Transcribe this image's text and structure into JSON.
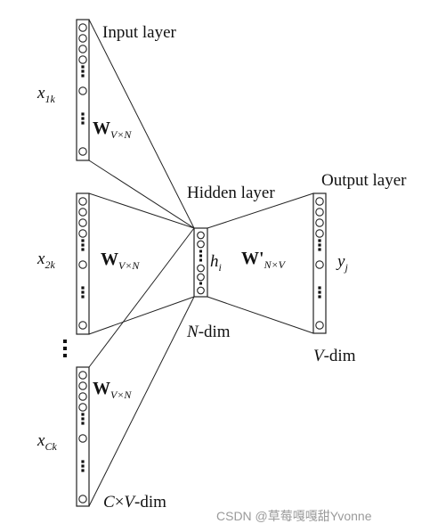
{
  "diagram": {
    "labels": {
      "input_layer": "Input layer",
      "hidden_layer": "Hidden layer",
      "output_layer": "Output layer",
      "x1_base": "x",
      "x1_sub": "1k",
      "x2_base": "x",
      "x2_sub": "2k",
      "xc_base": "x",
      "xc_sub": "Ck",
      "w1_base": "W",
      "w1_sub": "V×N",
      "w2_base": "W",
      "w2_sub": "V×N",
      "w3_base": "W",
      "w3_sub": "V×N",
      "wprime_base": "W'",
      "wprime_sub": "N×V",
      "h_base": "h",
      "h_sub": "i",
      "y_base": "y",
      "y_sub": "j",
      "n_var": "N",
      "n_rest": "-dim",
      "v_var": "V",
      "v_rest": "-dim",
      "cv_c": "C",
      "cv_times": "×",
      "cv_v": "V",
      "cv_rest": "-dim"
    },
    "watermark": "CSDN @草莓嘎嘎甜Yvonne"
  }
}
